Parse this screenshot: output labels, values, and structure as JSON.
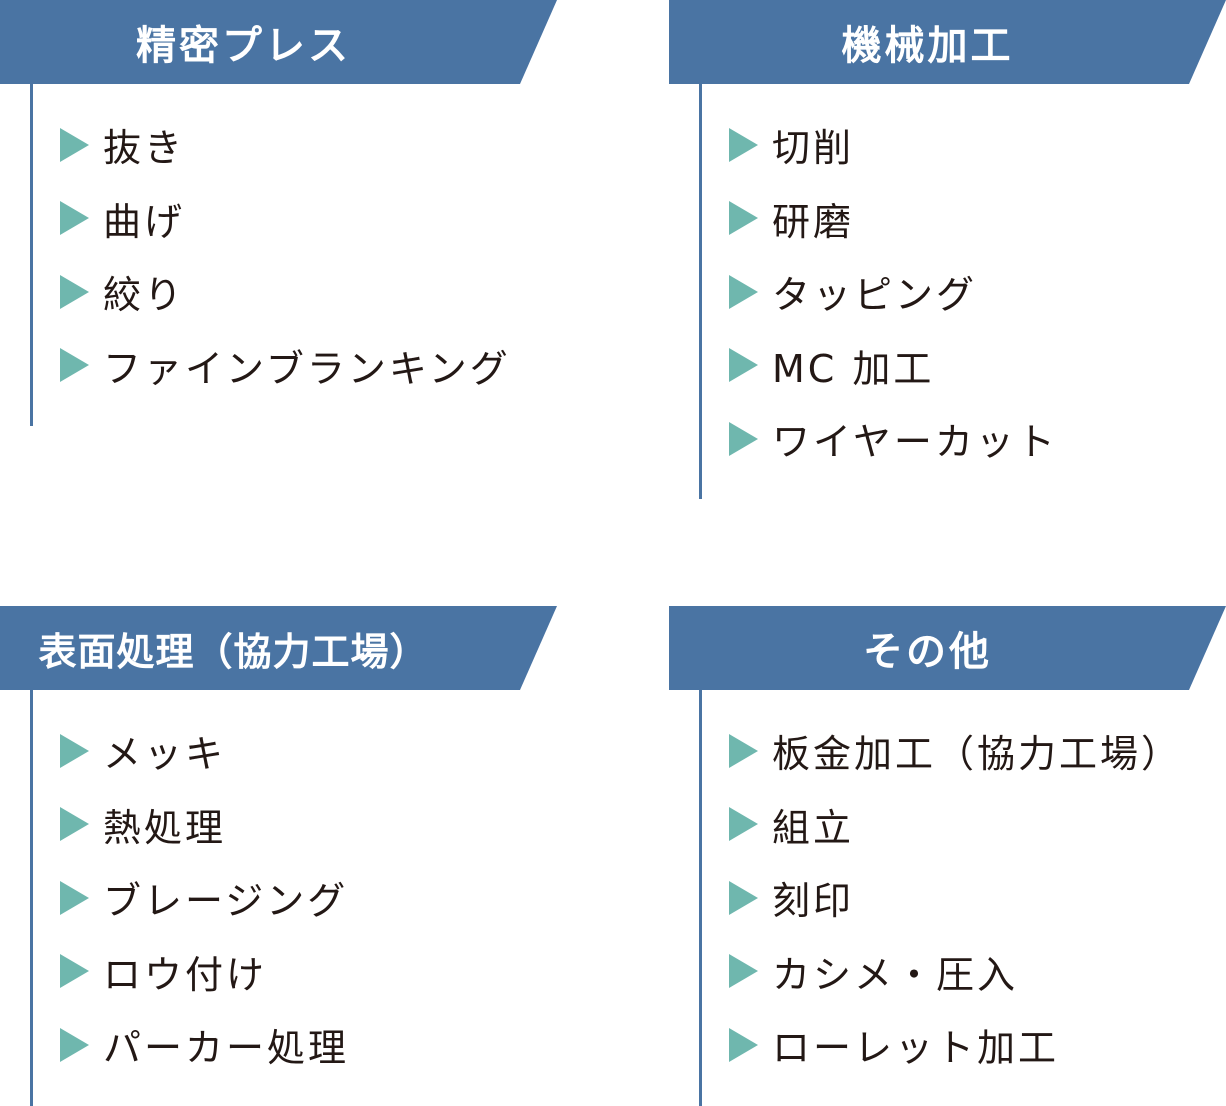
{
  "sections": [
    {
      "title": "精密プレス",
      "items": [
        "抜き",
        "曲げ",
        "絞り",
        "ファインブランキング"
      ]
    },
    {
      "title": "機械加工",
      "items": [
        "切削",
        "研磨",
        "タッピング",
        "MC 加工",
        "ワイヤーカット"
      ]
    },
    {
      "title": "表面処理（協力工場）",
      "items": [
        "メッキ",
        "熱処理",
        "ブレージング",
        "ロウ付け",
        "パーカー処理"
      ]
    },
    {
      "title": "その他",
      "items": [
        "板金加工（協力工場）",
        "組立",
        "刻印",
        "カシメ・圧入",
        "ローレット加工"
      ]
    }
  ],
  "colors": {
    "banner": "#4a74a3",
    "arrow": "#6fb7ae",
    "text": "#231815"
  },
  "icons": {
    "bullet": "right-triangle-icon"
  }
}
